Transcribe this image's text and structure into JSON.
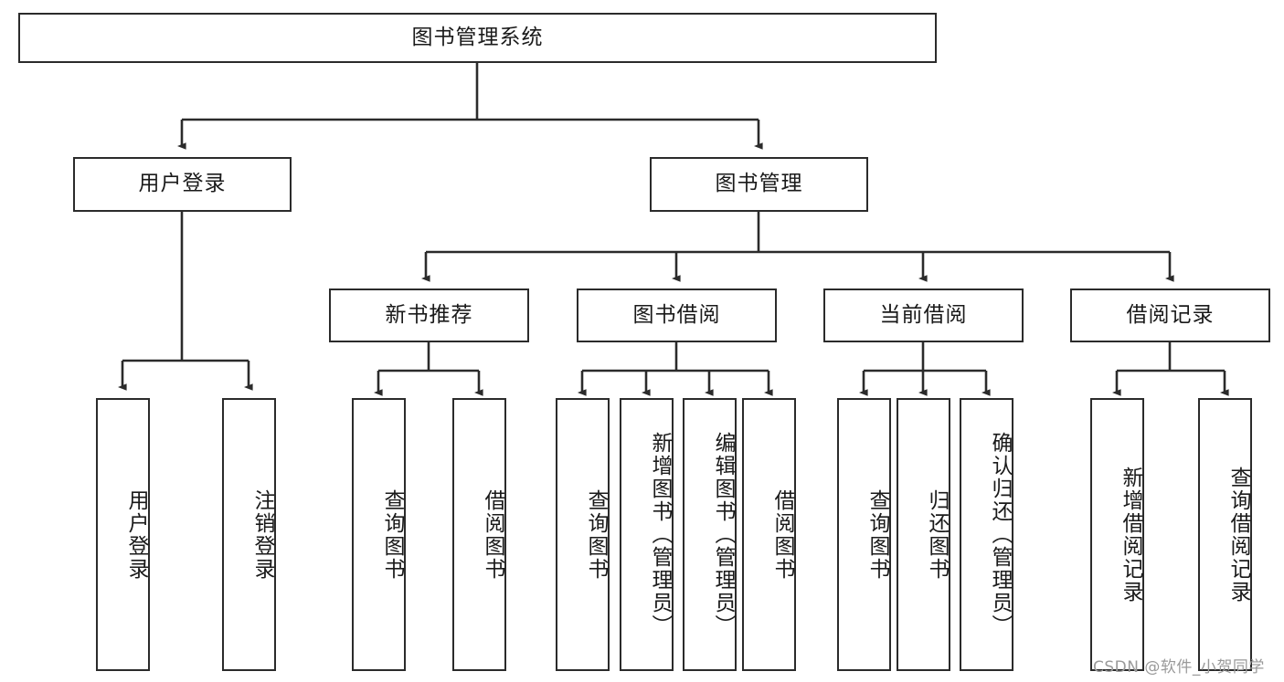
{
  "diagram": {
    "title": "图书管理系统",
    "type": "functional-structure-tree",
    "root": {
      "label": "图书管理系统"
    },
    "level2": [
      {
        "label": "用户登录"
      },
      {
        "label": "图书管理"
      }
    ],
    "level3": [
      {
        "label": "新书推荐"
      },
      {
        "label": "图书借阅"
      },
      {
        "label": "当前借阅"
      },
      {
        "label": "借阅记录"
      }
    ],
    "leaves": {
      "user_login": [
        {
          "label": "用户登录"
        },
        {
          "label": "注销登录"
        }
      ],
      "new_book_recommend": [
        {
          "label": "查询图书"
        },
        {
          "label": "借阅图书"
        }
      ],
      "book_borrow": [
        {
          "label": "查询图书"
        },
        {
          "label": "新增图书（管理员）"
        },
        {
          "label": "编辑图书（管理员）"
        },
        {
          "label": "借阅图书"
        }
      ],
      "current_borrow": [
        {
          "label": "查询图书"
        },
        {
          "label": "归还图书"
        },
        {
          "label": "确认归还（管理员）"
        }
      ],
      "borrow_record": [
        {
          "label": "新增借阅记录"
        },
        {
          "label": "查询借阅记录"
        }
      ]
    }
  },
  "watermark": {
    "text": "CSDN @软件_小贺同学"
  },
  "colors": {
    "stroke": "#2b2b2b",
    "fill": "#ffffff",
    "text": "#1a1a1a",
    "watermark": "#9a9a9a"
  }
}
